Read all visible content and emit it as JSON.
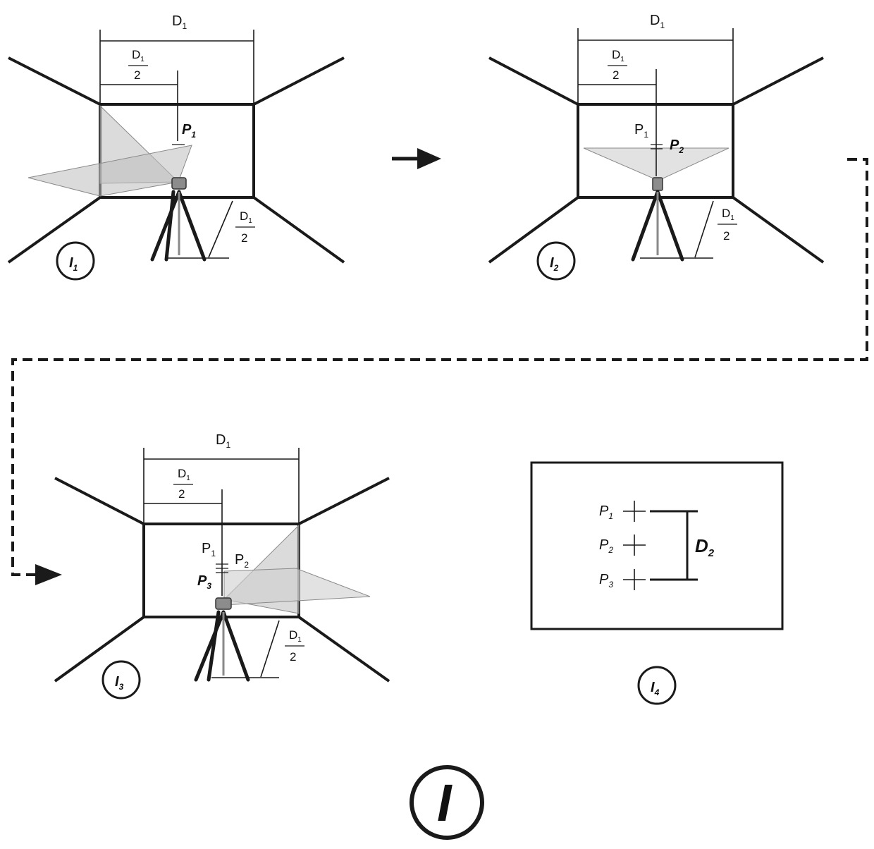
{
  "labels": {
    "d1": "D",
    "d1_sub": "1",
    "half_num": "D",
    "half_num_sub": "1",
    "half_den": "2",
    "p": "P",
    "p1_sub": "1",
    "p2_sub": "2",
    "p3_sub": "3",
    "d2": "D",
    "d2_sub": "2"
  },
  "steps": [
    {
      "id": "I",
      "sub": "1"
    },
    {
      "id": "I",
      "sub": "2"
    },
    {
      "id": "I",
      "sub": "3"
    },
    {
      "id": "I",
      "sub": "4"
    }
  ],
  "figure_label": "I",
  "colors": {
    "line": "#1a1a1a",
    "beam": "#bdbdbd",
    "background": "#ffffff"
  }
}
